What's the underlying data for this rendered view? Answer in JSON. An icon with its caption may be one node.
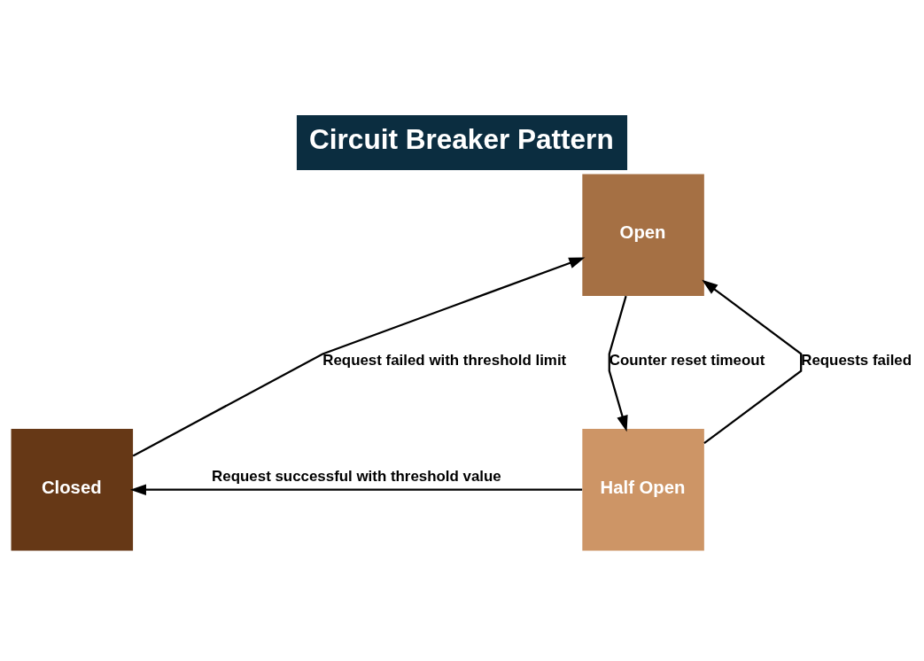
{
  "diagram": {
    "title": "Circuit Breaker Pattern",
    "nodes": [
      {
        "text": [
          "Open"
        ]
      },
      {
        "text": [
          "Closed"
        ]
      },
      {
        "text": [
          "Half Open"
        ]
      }
    ],
    "edges": [
      {
        "from": 1,
        "to": 0,
        "arrow": "to",
        "label": "Request failed with threshold limit"
      },
      {
        "from": 0,
        "to": 2,
        "arrow": "to",
        "label": "Counter reset timeout"
      },
      {
        "from": 2,
        "to": 0,
        "arrow": "to",
        "label": "Requests failed"
      },
      {
        "from": 2,
        "to": 1,
        "arrow": "to",
        "label": "Request successful with threshold value"
      }
    ]
  }
}
